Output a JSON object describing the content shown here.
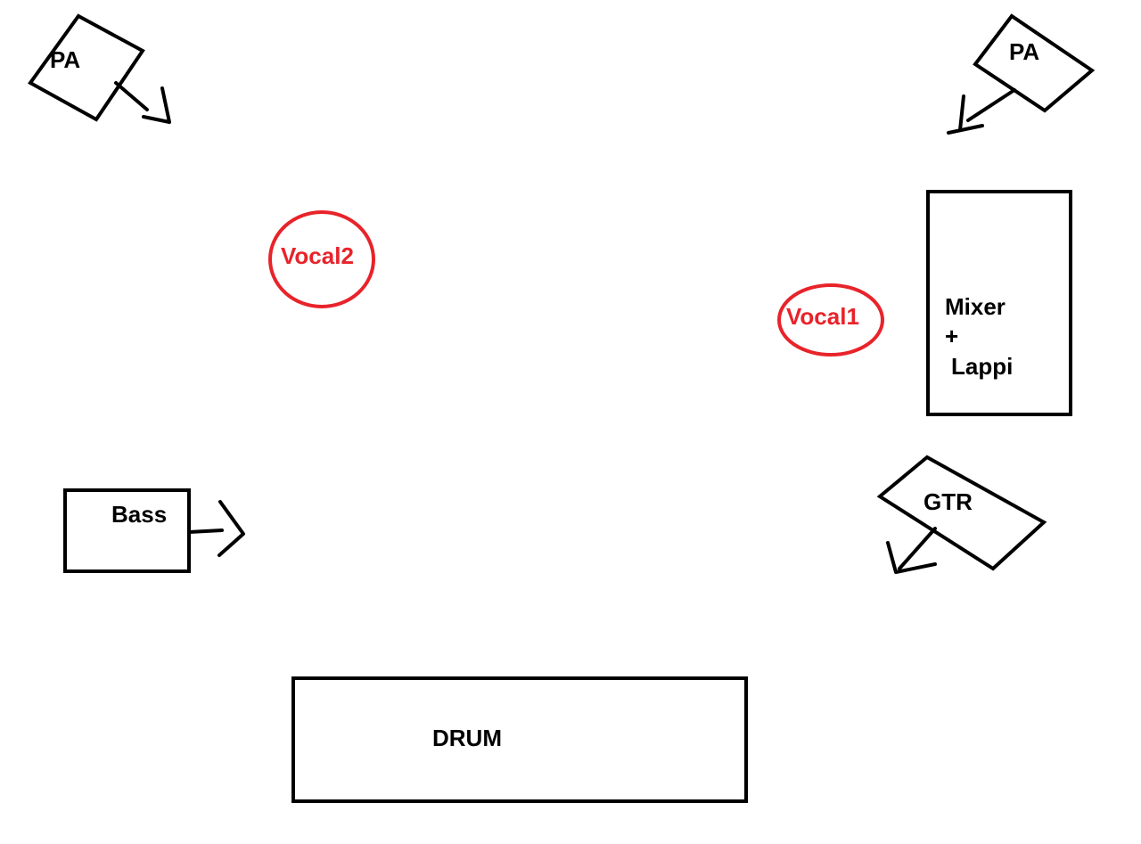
{
  "colors": {
    "ink": "#000000",
    "vocal": "#e8232a",
    "background": "#ffffff"
  },
  "stage_plan": {
    "pa_left": {
      "label": "PA"
    },
    "pa_right": {
      "label": "PA"
    },
    "vocal2": {
      "label": "Vocal2"
    },
    "vocal1": {
      "label": "Vocal1"
    },
    "mixer": {
      "line1": "Mixer",
      "line2": "+",
      "line3": "Lappi"
    },
    "bass": {
      "label": "Bass"
    },
    "guitar": {
      "label": "GTR"
    },
    "drum": {
      "label": "DRUM"
    }
  }
}
